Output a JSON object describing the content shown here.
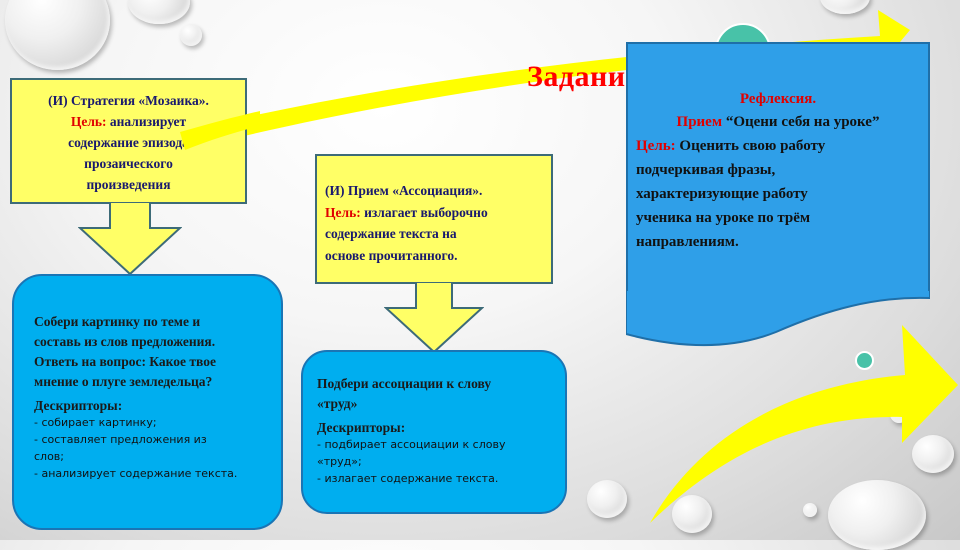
{
  "slide": {
    "title": "Задани",
    "colors": {
      "accent_red": "#ff0000",
      "yellow_box": "#ffff66",
      "blue_box": "#00aeef",
      "reflection_box": "#2f9fe8",
      "arrow_yellow": "#ffff00",
      "teal_dot": "#3fbf9f",
      "label_navy": "#1a1a6e"
    }
  },
  "left_strategy": {
    "heading": "(И) Стратегия «Мозаика».",
    "goal_label": "Цель:",
    "goal_text_line1": "анализирует",
    "goal_text_line2": "содержание эпизода",
    "goal_text_line3": "прозаического",
    "goal_text_line4": "произведения"
  },
  "left_task": {
    "lines": [
      "Собери картинку по теме и",
      "составь из слов предложения.",
      "Ответь на вопрос: Какое твое",
      "мнение о плуге земледельца?"
    ],
    "descriptors_title": "Дескрипторы:",
    "descriptors": [
      "- собирает картинку;",
      "- составляет предложения из",
      "слов;",
      "- анализирует содержание текста."
    ]
  },
  "middle_strategy": {
    "heading": "(И) Прием «Ассоциация».",
    "goal_label": "Цель:",
    "goal_text_line1": "излагает выборочно",
    "goal_text_line2": "содержание текста на",
    "goal_text_line3": "основе прочитанного."
  },
  "middle_task": {
    "lines": [
      "Подбери ассоциации к слову",
      "«труд»"
    ],
    "descriptors_title": "Дескрипторы:",
    "descriptors": [
      "- подбирает ассоциации к слову",
      "«труд»;",
      "- излагает содержание текста."
    ]
  },
  "reflection": {
    "heading": "Рефлексия.",
    "method_label": "Прием",
    "method_text": "“Оцени себя на уроке”",
    "goal_label": "Цель:",
    "goal_text_line1": "Оценить свою работу",
    "goal_lines": [
      "подчеркивая фразы,",
      "характеризующие работу",
      "ученика на уроке по трём",
      "направлениям."
    ]
  }
}
